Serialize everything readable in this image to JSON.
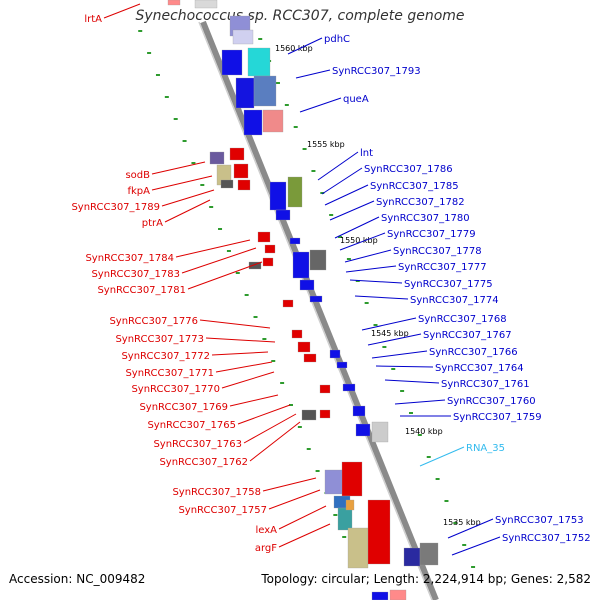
{
  "title": "Synechococcus sp. RCC307, complete genome",
  "footer": {
    "accession": "Accession: NC_009482",
    "stats": "Topology: circular; Length: 2,224,914 bp; Genes: 2,582"
  },
  "colors": {
    "forward_label": "#0000cc",
    "reverse_label": "#dd0000",
    "rna_label": "#33bbee",
    "backbone": "#999999"
  },
  "kbp_marks": [
    "1560 kbp",
    "1555 kbp",
    "1550 kbp",
    "1545 kbp",
    "1540 kbp",
    "1535 kbp"
  ],
  "labels_left": [
    "lrtA",
    "sodB",
    "fkpA",
    "SynRCC307_1789",
    "ptrA",
    "SynRCC307_1784",
    "SynRCC307_1783",
    "SynRCC307_1781",
    "SynRCC307_1776",
    "SynRCC307_1773",
    "SynRCC307_1772",
    "SynRCC307_1771",
    "SynRCC307_1770",
    "SynRCC307_1769",
    "SynRCC307_1765",
    "SynRCC307_1763",
    "SynRCC307_1762",
    "SynRCC307_1758",
    "SynRCC307_1757",
    "lexA",
    "argF"
  ],
  "labels_right": [
    "pdhC",
    "SynRCC307_1793",
    "queA",
    "lnt",
    "SynRCC307_1786",
    "SynRCC307_1785",
    "SynRCC307_1782",
    "SynRCC307_1780",
    "SynRCC307_1779",
    "SynRCC307_1778",
    "SynRCC307_1777",
    "SynRCC307_1775",
    "SynRCC307_1774",
    "SynRCC307_1768",
    "SynRCC307_1767",
    "SynRCC307_1766",
    "SynRCC307_1764",
    "SynRCC307_1761",
    "SynRCC307_1760",
    "SynRCC307_1759",
    "RNA_35",
    "SynRCC307_1753",
    "SynRCC307_1752"
  ]
}
